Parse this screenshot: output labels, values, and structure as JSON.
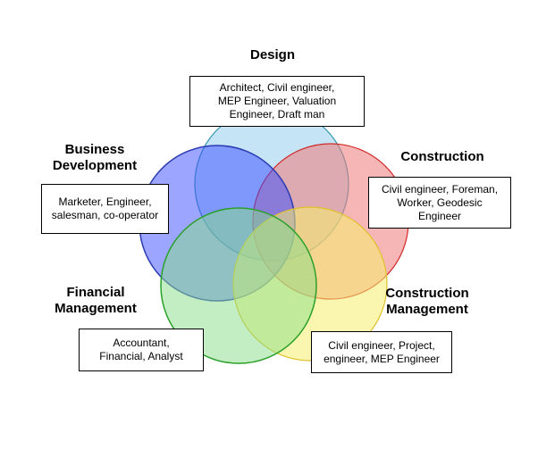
{
  "colors": {
    "design": "#a8d8f0",
    "business": "#8a7cf0",
    "construction": "#f08a8a",
    "financial": "#a8e8a8",
    "construction_management": "#f8f08a",
    "business_fill": "#4a5cff",
    "business_stroke": "#2a3ab0",
    "design_stroke": "#3a9ab0",
    "construction_stroke": "#d02a2a",
    "financial_stroke": "#2aa02a",
    "construction_management_stroke": "#e0c02a"
  },
  "groups": {
    "design": {
      "title": [
        "Design"
      ],
      "roles": [
        "Architect,  Civil engineer,",
        "MEP Engineer,  Valuation",
        "Engineer,  Draft man"
      ]
    },
    "business_development": {
      "title": [
        "Business",
        "Development"
      ],
      "roles": [
        "Marketer, Engineer,",
        "salesman, co-operator"
      ]
    },
    "construction": {
      "title": [
        "Construction"
      ],
      "roles": [
        "Civil engineer, Foreman,",
        "Worker,  Geodesic",
        "Engineer"
      ]
    },
    "financial_management": {
      "title": [
        "Financial",
        "Management"
      ],
      "roles": [
        "Accountant,",
        "Financial, Analyst"
      ]
    },
    "construction_management": {
      "title": [
        "Construction",
        "Management"
      ],
      "roles": [
        "Civil engineer, Project,",
        "engineer, MEP Engineer"
      ]
    }
  }
}
